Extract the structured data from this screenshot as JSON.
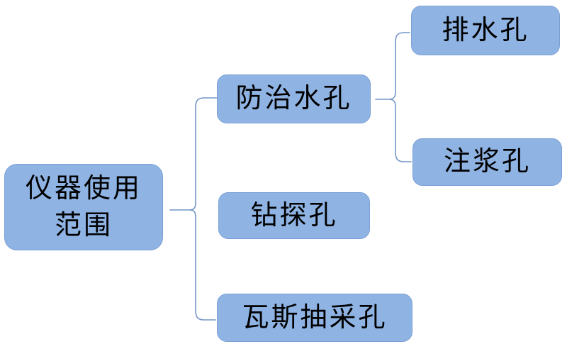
{
  "diagram": {
    "title": "仪器使用范围",
    "root": {
      "label": "仪器使用\n范围",
      "children": [
        {
          "label": "防治水孔",
          "children": [
            {
              "label": "排水孔",
              "children": []
            },
            {
              "label": "注浆孔",
              "children": []
            }
          ]
        },
        {
          "label": "钻探孔",
          "children": []
        },
        {
          "label": "瓦斯抽采孔",
          "children": []
        }
      ]
    }
  },
  "colors": {
    "node_fill": "#8FB4E4",
    "node_border": "#7AA0D4",
    "connector": "#7396C6",
    "text_color": "#000000",
    "page_bg": "#FFFFFF"
  }
}
